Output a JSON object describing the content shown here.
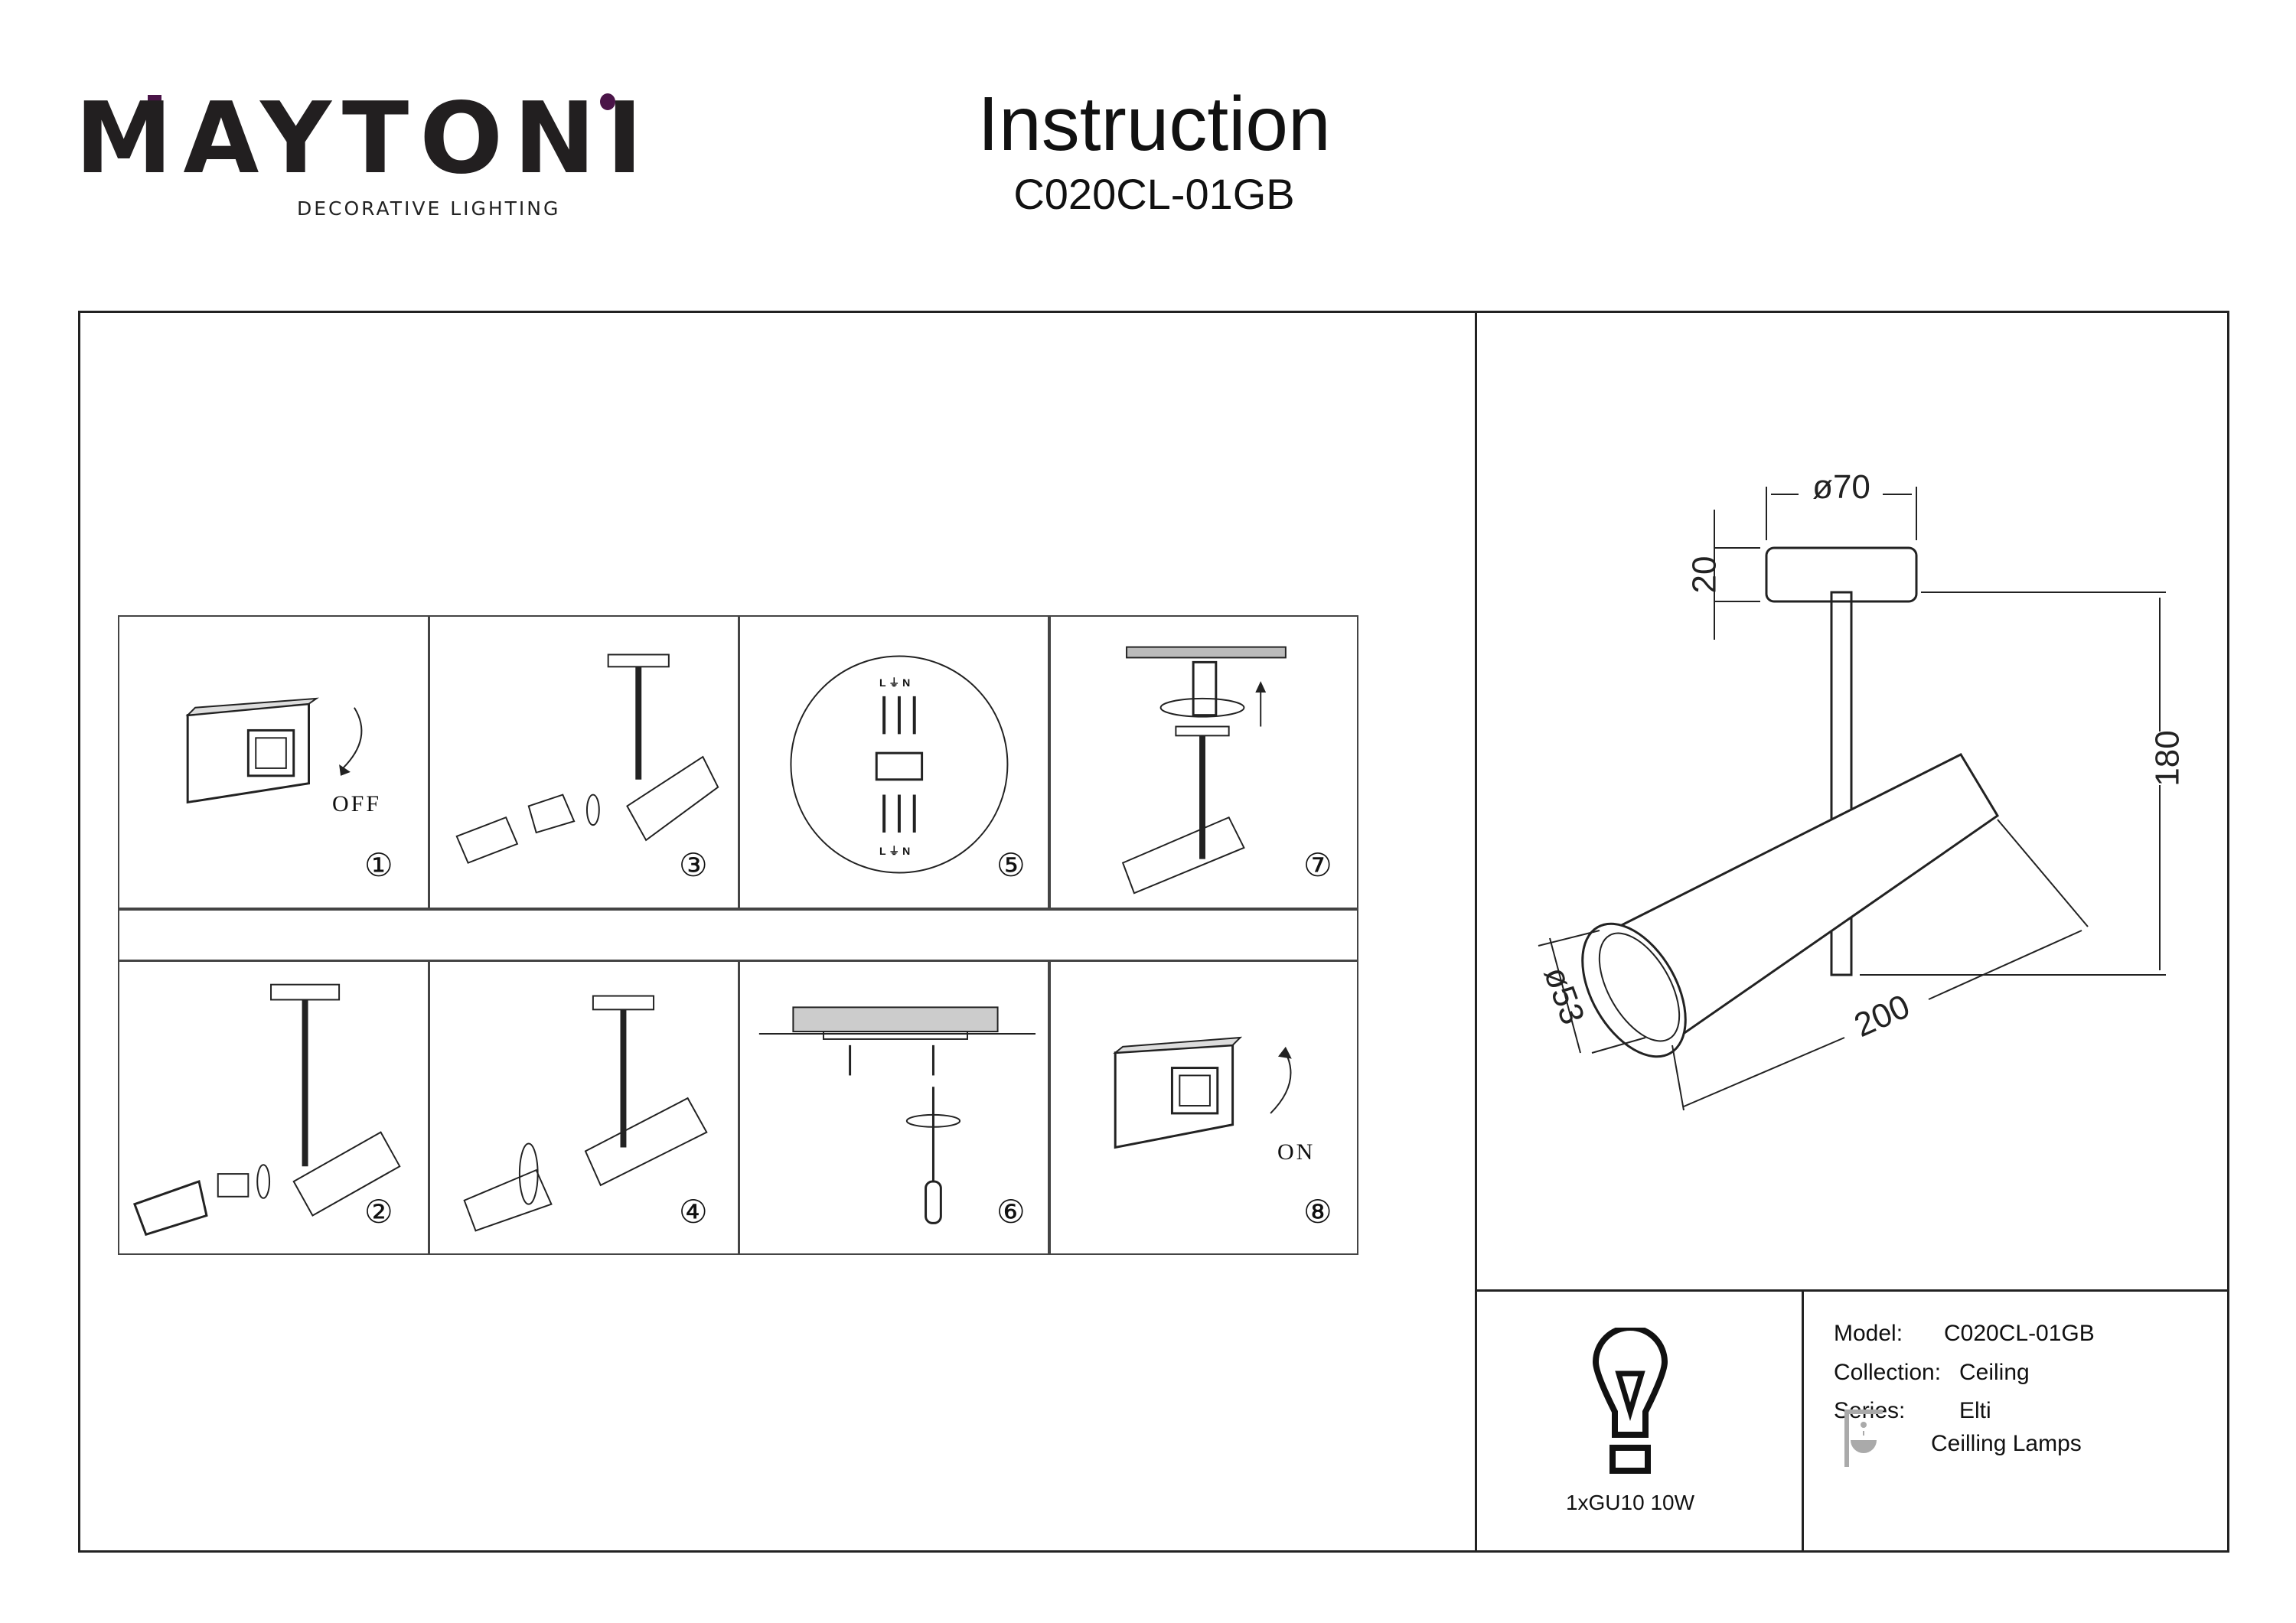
{
  "brand": {
    "name": "MAYTONI",
    "tagline": "DECORATIVE LIGHTING",
    "accent_color": "#4a1448"
  },
  "header": {
    "title": "Instruction",
    "model": "C020CL-01GB"
  },
  "steps": [
    {
      "number": "①",
      "label": "OFF"
    },
    {
      "number": "③"
    },
    {
      "number": "⑤",
      "terminals_top": "L ⏚ N",
      "terminals_bottom": "L ⏚ N"
    },
    {
      "number": "⑦"
    },
    {
      "number": "②"
    },
    {
      "number": "④"
    },
    {
      "number": "⑥"
    },
    {
      "number": "⑧",
      "label": "ON"
    }
  ],
  "dimensions": {
    "base_diameter": "ø70",
    "base_height": "20",
    "total_height": "180",
    "length": "200",
    "shade_diameter": "ø53"
  },
  "bulb": {
    "spec": "1xGU10 10W"
  },
  "specs": {
    "model_label": "Model:",
    "model_value": "C020CL-01GB",
    "collection_label": "Collection:",
    "collection_value": "Ceiling",
    "series_label": "Series:",
    "series_value": "Elti",
    "category": "Ceilling Lamps"
  }
}
